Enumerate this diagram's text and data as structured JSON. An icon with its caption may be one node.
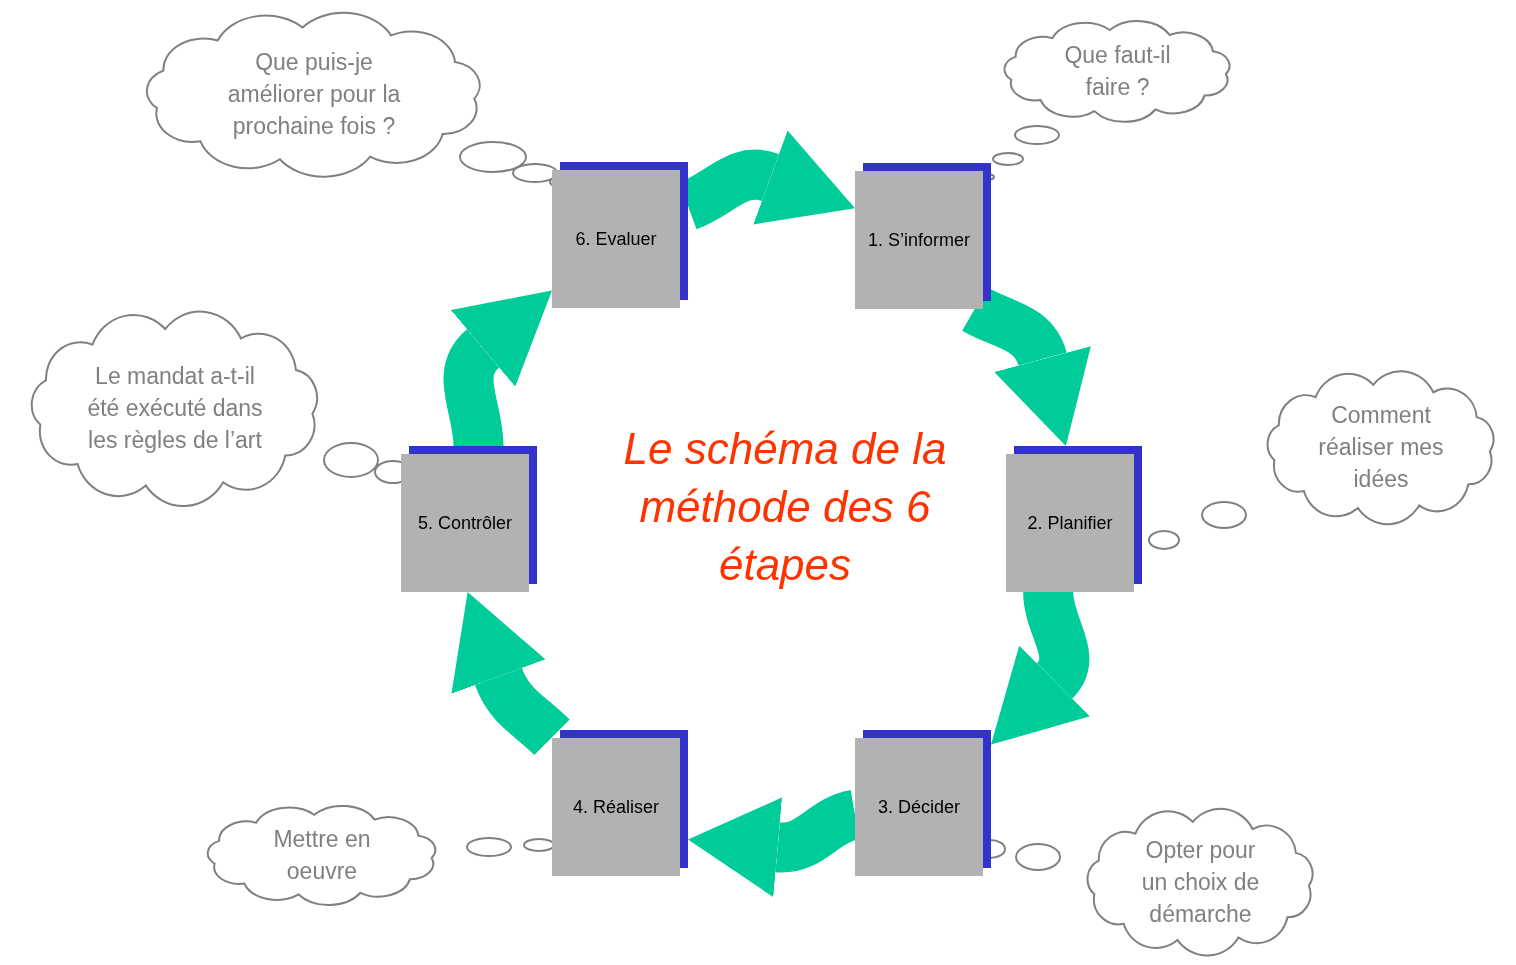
{
  "diagram": {
    "title": "Le schéma de la méthode des 6 étapes",
    "nodes": [
      {
        "text": [
          "1. S’informer"
        ]
      },
      {
        "text": [
          "2. Planifier"
        ]
      },
      {
        "text": [
          "3. Décider"
        ]
      },
      {
        "text": [
          "4. Réaliser"
        ]
      },
      {
        "text": [
          "5. Contrôler"
        ]
      },
      {
        "text": [
          "6. Evaluer"
        ]
      },
      {
        "text": [
          "Que faut-il faire ?"
        ]
      },
      {
        "text": [
          "Comment réaliser mes idées"
        ]
      },
      {
        "text": [
          "Opter pour un choix de démarche"
        ]
      },
      {
        "text": [
          "Mettre en oeuvre"
        ]
      },
      {
        "text": [
          "Le mandat a-t-il été exécuté dans les règles de l’art"
        ]
      },
      {
        "text": [
          "Que puis-je améliorer pour la prochaine fois ?"
        ]
      }
    ],
    "edges": [
      {
        "from": 0,
        "to": 1,
        "arrow": "to"
      },
      {
        "from": 1,
        "to": 2,
        "arrow": "to"
      },
      {
        "from": 2,
        "to": 3,
        "arrow": "to"
      },
      {
        "from": 3,
        "to": 4,
        "arrow": "to"
      },
      {
        "from": 4,
        "to": 5,
        "arrow": "to"
      },
      {
        "from": 5,
        "to": 0,
        "arrow": "to"
      }
    ]
  }
}
